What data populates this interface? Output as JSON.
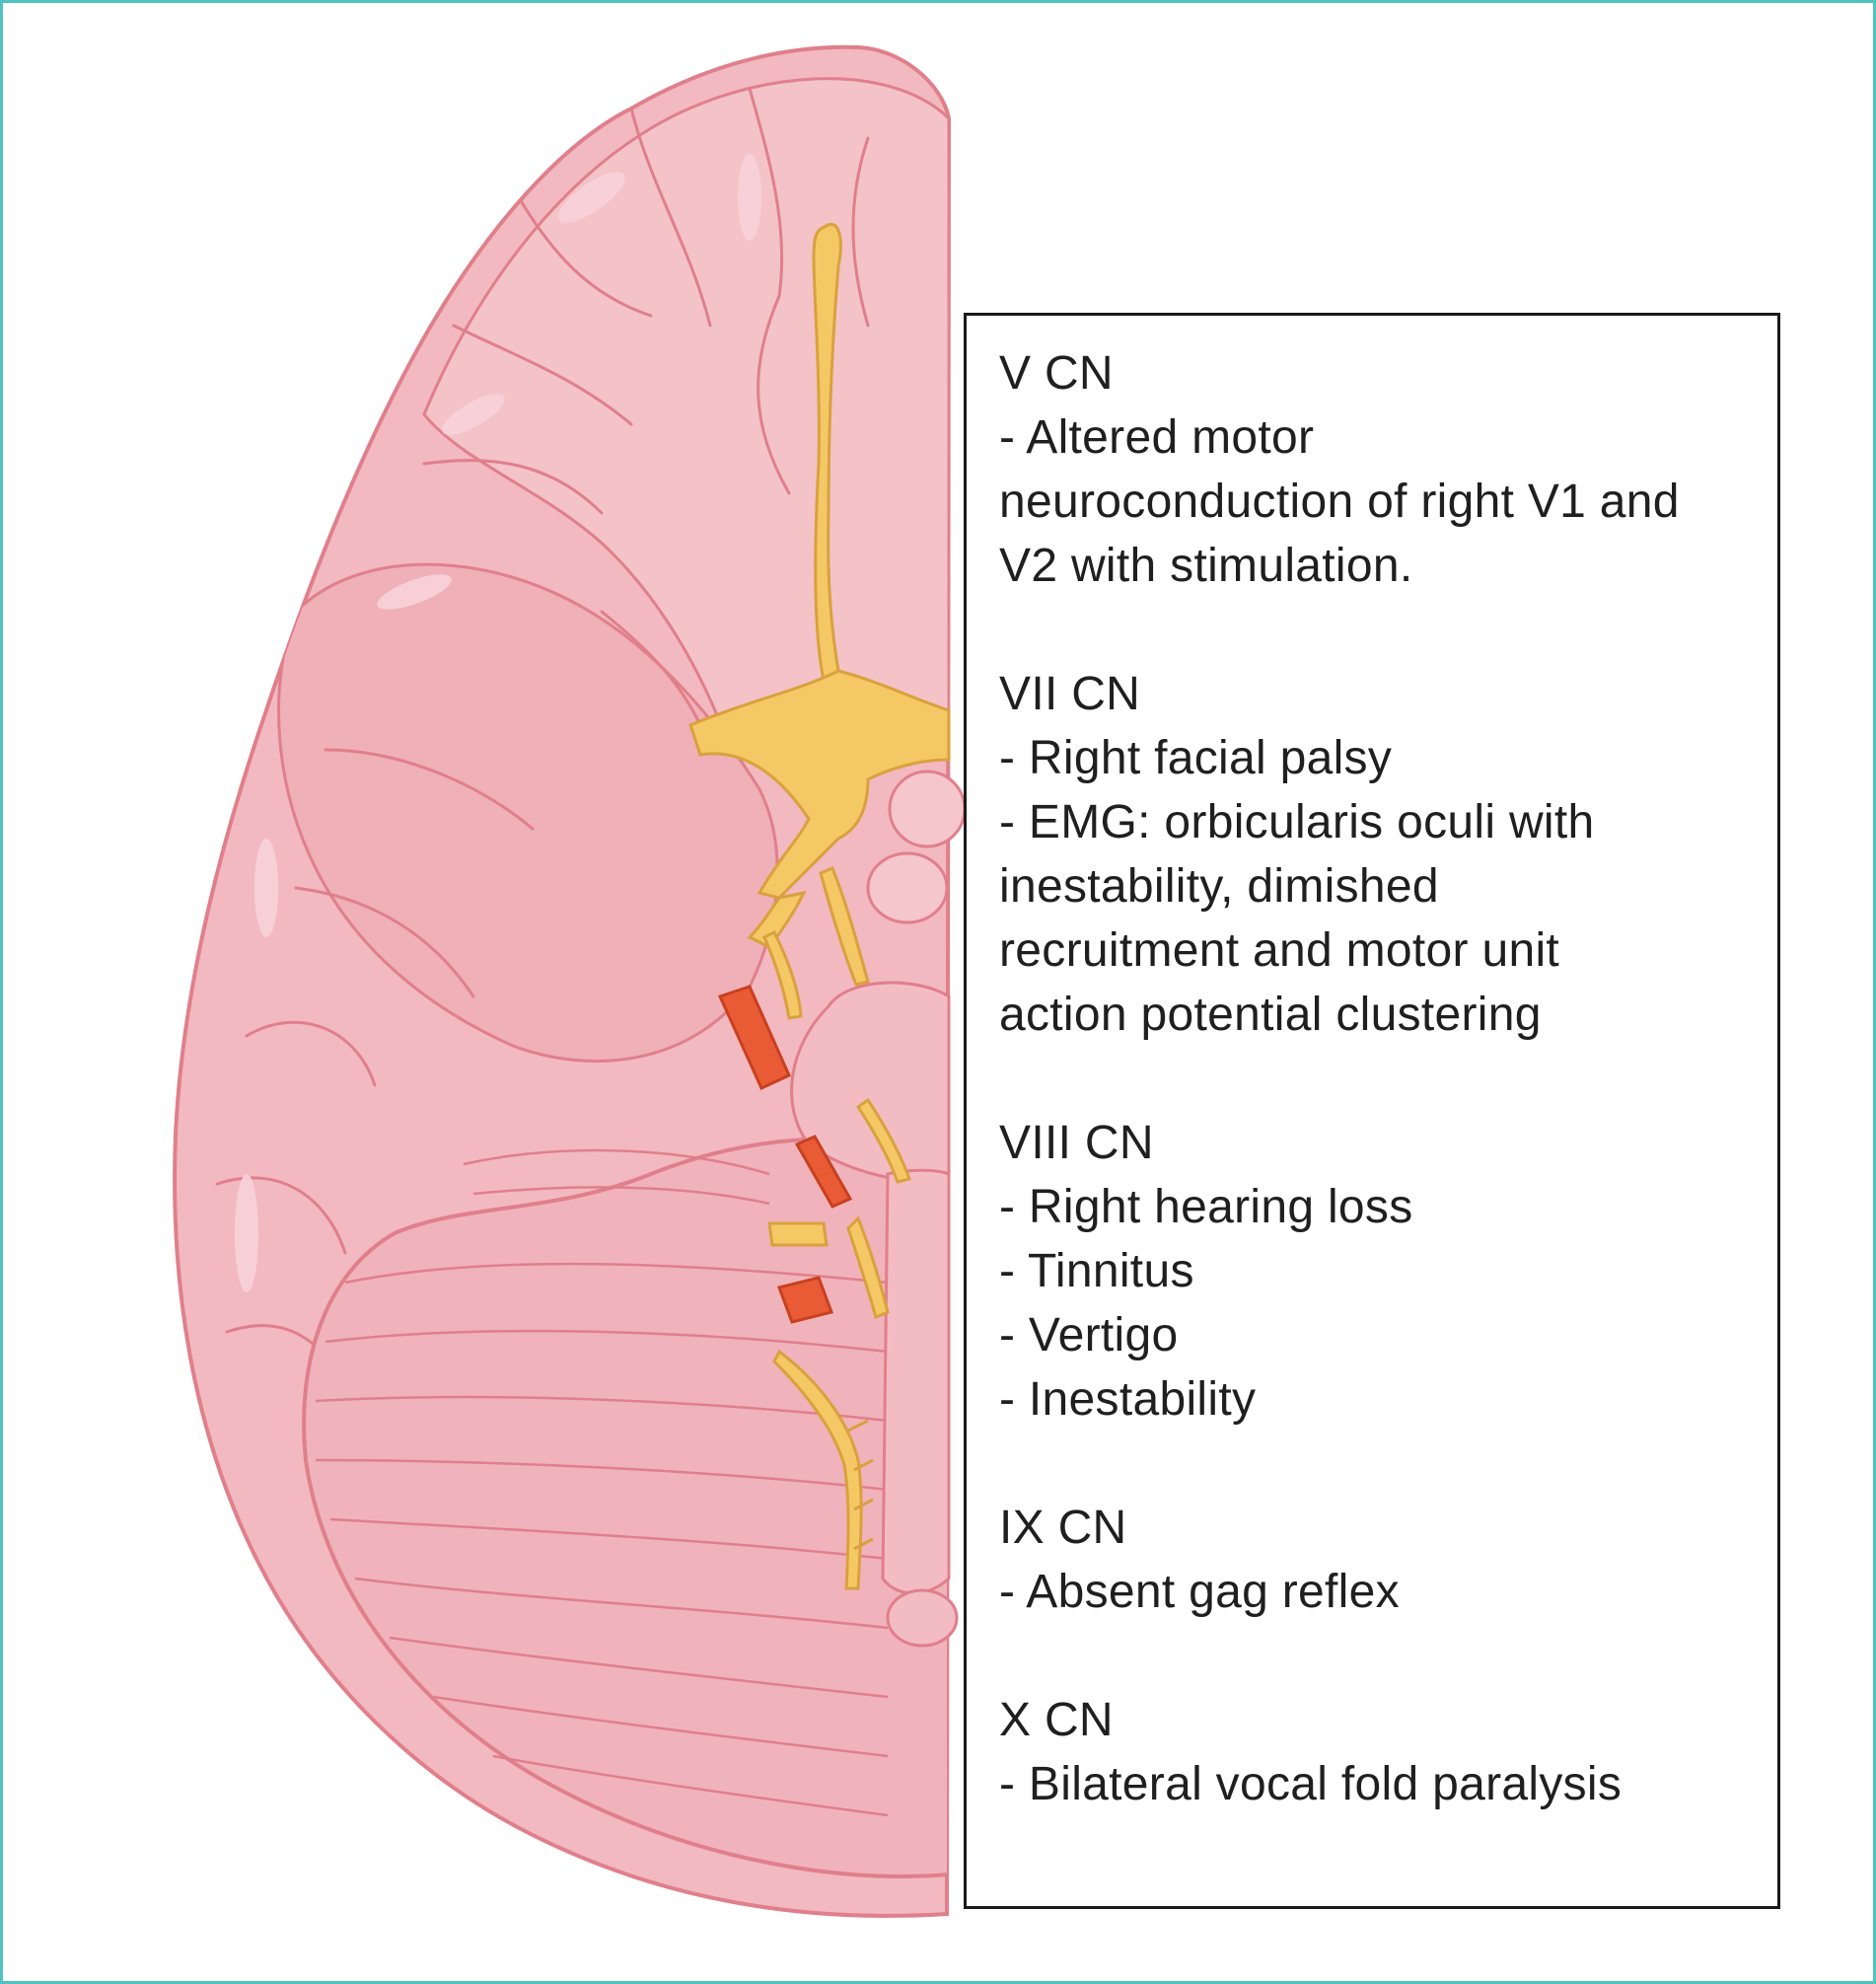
{
  "frame_color": "#4fc2c2",
  "illustration": {
    "subject": "ventral-brain-half-with-cranial-nerves",
    "colors": {
      "brain_fill": "#f2b9c0",
      "brain_outline": "#e07f8b",
      "gyrus_highlight": "#f8d3d8",
      "nerve_fill": "#f5c866",
      "nerve_outline": "#d9a13d",
      "artery_fill": "#e85b35"
    }
  },
  "findings": [
    {
      "title": "V CN",
      "lines": [
        "- Altered motor",
        "neuroconduction of right V1 and",
        "V2 with stimulation."
      ]
    },
    {
      "title": "VII CN",
      "lines": [
        "- Right facial palsy",
        "- EMG: orbicularis oculi with",
        "inestability, dimished",
        "recruitment and motor unit",
        "action potential clustering"
      ]
    },
    {
      "title": "VIII CN",
      "lines": [
        "- Right hearing loss",
        "- Tinnitus",
        "- Vertigo",
        "- Inestability"
      ]
    },
    {
      "title": "IX CN",
      "lines": [
        "- Absent gag reflex"
      ]
    },
    {
      "title": "X CN",
      "lines": [
        "- Bilateral vocal fold paralysis"
      ]
    }
  ]
}
